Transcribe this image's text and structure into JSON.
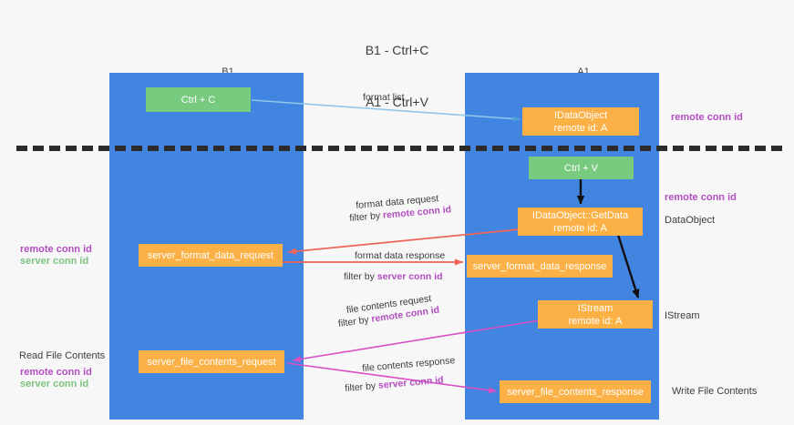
{
  "title": {
    "line1": "B1 - Ctrl+C",
    "line2": "A1 - Ctrl+V"
  },
  "columns": [
    {
      "name": "B1",
      "role": "connection"
    },
    {
      "name": "A1",
      "role": "remote"
    }
  ],
  "colors": {
    "lane": "#4285e0",
    "node_green": "#78ca7f",
    "node_orange": "#fbb146",
    "remote_conn_id": "#b24ec0",
    "server_conn_id": "#7cc47f",
    "arrow_format_list": "#8fc6ea",
    "arrow_black": "#000000",
    "arrow_red": "#f0645a",
    "arrow_magenta": "#d94fc4",
    "separator": "#2b2b2b",
    "background": "#f7f7f7"
  },
  "nodes": {
    "ctrl_c": {
      "label": "Ctrl + C"
    },
    "ctrl_v": {
      "label": "Ctrl + V"
    },
    "idataobject": {
      "label": "IDataObject",
      "sub": "remote id: A"
    },
    "getdata": {
      "label": "IDataObject::GetData",
      "sub": "remote id: A"
    },
    "istream": {
      "label": "IStream",
      "sub": "remote id: A"
    },
    "server_format_data_request": {
      "label": "server_format_data_request"
    },
    "server_format_data_response": {
      "label": "server_format_data_response"
    },
    "server_file_contents_request": {
      "label": "server_file_contents_request"
    },
    "server_file_contents_response": {
      "label": "server_file_contents_response"
    }
  },
  "edge_labels": {
    "format_list": "format list",
    "format_data_request": "format data request",
    "format_data_request_filter_prefix": "filter by ",
    "format_data_request_filter_key": "remote conn id",
    "format_data_response": "format data response",
    "format_data_response_filter_prefix": "filter by ",
    "format_data_response_filter_key": "server conn id",
    "file_contents_request": "file contents request",
    "file_contents_request_filter_prefix": "filter by ",
    "file_contents_request_filter_key": "remote conn id",
    "file_contents_response": "file contents response",
    "file_contents_response_filter_prefix": "filter by ",
    "file_contents_response_filter_key": "server conn id"
  },
  "side_labels": {
    "right_remote_conn_id_top": "remote conn id",
    "right_remote_conn_id_mid": "remote conn id",
    "right_dataobject": "DataObject",
    "right_istream": "IStream",
    "right_write_file_contents": "Write File Contents",
    "left_remote_conn_id_mid": "remote conn id",
    "left_server_conn_id_mid": "server conn id",
    "left_read_file_contents": "Read File Contents",
    "left_remote_conn_id_bottom": "remote conn id",
    "left_server_conn_id_bottom": "server conn id"
  }
}
